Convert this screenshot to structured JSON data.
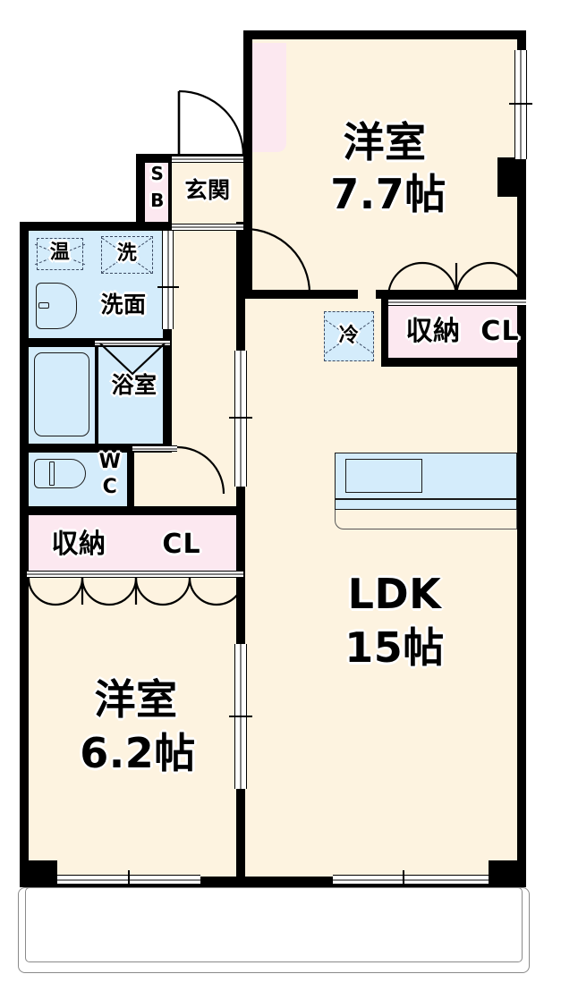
{
  "plan": {
    "type": "japanese-apartment-floorplan",
    "layout_code": "2LDK",
    "colors": {
      "room_floor": "#fdf3e0",
      "storage": "#fce8f0",
      "water_area": "#d4ecfb",
      "wall": "#000000",
      "balcony": "#ffffff",
      "background": "#ffffff"
    }
  },
  "rooms": {
    "bedroom_main": {
      "name": "洋室",
      "size": "7.7帖"
    },
    "bedroom_second": {
      "name": "洋室",
      "size": "6.2帖"
    },
    "living": {
      "name": "LDK",
      "size": "15帖"
    },
    "entrance": {
      "name": "玄関"
    },
    "washroom": {
      "name": "洗面"
    },
    "bathroom": {
      "name": "浴室"
    },
    "toilet": {
      "name": "WC",
      "line1": "W",
      "line2": "C"
    },
    "shoebox": {
      "name": "SB",
      "line1": "S",
      "line2": "B"
    }
  },
  "storage": {
    "closet_main": {
      "label": "収納",
      "abbr": "CL"
    },
    "closet_second": {
      "label": "収納",
      "abbr": "CL"
    }
  },
  "appliances": {
    "water_heater": {
      "label": "温"
    },
    "washer": {
      "label": "洗"
    },
    "refrigerator": {
      "label": "冷"
    }
  },
  "fixtures": {
    "bathtub": "bathtub",
    "vanity_sink": "vanity-sink",
    "toilet_bowl": "toilet-bowl",
    "kitchen_counter": "kitchen-counter",
    "kitchen_sink": "kitchen-sink",
    "balcony": "balcony"
  }
}
